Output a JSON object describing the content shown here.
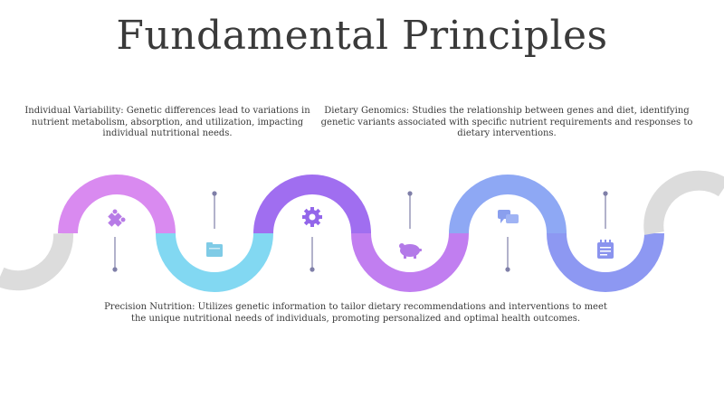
{
  "title": "Fundamental Principles",
  "items": [
    {
      "text": "Individual Variability: Genetic differences lead to variations in nutrient metabolism, absorption, and utilization, impacting individual nutritional needs.",
      "icon": "puzzle-icon"
    },
    {
      "text": "Dietary Genomics: Studies the relationship between genes and diet, identifying genetic variants associated with specific nutrient requirements and responses to dietary interventions.",
      "icon": "piggy-bank-icon"
    },
    {
      "text": "Precision Nutrition: Utilizes genetic information to tailor dietary recommendations and interventions to meet the unique nutritional needs of individuals, promoting personalized and optimal health outcomes.",
      "icon": "gear-icon"
    }
  ],
  "icons": [
    "puzzle-icon",
    "folder-icon",
    "gear-icon",
    "piggy-bank-icon",
    "chat-icon",
    "calendar-icon"
  ],
  "colors": {
    "gray": "#dcdcdc",
    "violet": "#d98af0",
    "cyan": "#82d8f2",
    "purple": "#a06ef0",
    "orchid": "#c17ef0",
    "periwinkle": "#8ea8f4",
    "blue": "#8d98f2",
    "connector": "#7f7fa8"
  }
}
